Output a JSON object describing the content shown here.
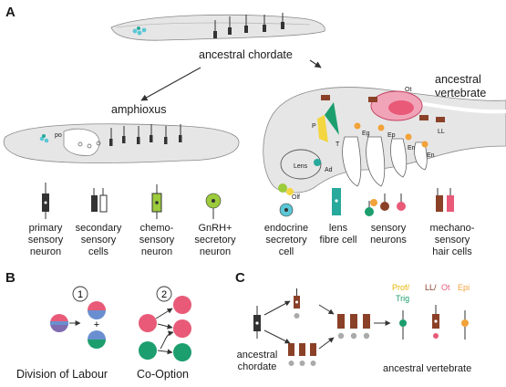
{
  "panels": {
    "a": "A",
    "b": "B",
    "c": "C"
  },
  "panel_a": {
    "ancestral_chordate": "ancestral chordate",
    "amphioxus": "amphioxus",
    "ancestral_vertebrate_line1": "ancestral",
    "ancestral_vertebrate_line2": "vertebrate",
    "amphioxus_po": "po",
    "vertebrate_tags": {
      "ot": "Ot",
      "p": "P",
      "t": "T",
      "eg": "Eg",
      "ep": "Ep",
      "en1": "En",
      "en2": "En",
      "ll": "LL",
      "lens": "Lens",
      "ad": "Ad",
      "olf": "Olf"
    },
    "cell_types": [
      {
        "line1": "primary",
        "line2": "sensory",
        "line3": "neuron"
      },
      {
        "line1": "secondary",
        "line2": "sensory",
        "line3": "cells"
      },
      {
        "line1": "chemo-",
        "line2": "sensory",
        "line3": "neuron"
      },
      {
        "line1": "GnRH+",
        "line2": "secretory",
        "line3": "neuron"
      },
      {
        "line1": "endocrine",
        "line2": "secretory",
        "line3": "cell"
      },
      {
        "line1": "lens",
        "line2": "fibre cell",
        "line3": ""
      },
      {
        "line1": "sensory",
        "line2": "neurons",
        "line3": ""
      },
      {
        "line1": "mechano-",
        "line2": "sensory",
        "line3": "hair cells"
      }
    ]
  },
  "panel_b": {
    "step1": "1",
    "step2": "2",
    "plus": "+",
    "division_of_labour": "Division of Labour",
    "co_option": "Co-Option"
  },
  "panel_c": {
    "ancestral_chordate_line1": "ancestral",
    "ancestral_chordate_line2": "chordate",
    "ancestral_vertebrate": "ancestral vertebrate",
    "prof": "Prof/",
    "trig": "Trig",
    "ll": "LL/",
    "ot": "Ot",
    "epi": "Epi"
  },
  "colors": {
    "pink": "#e85a78",
    "green": "#1c9e6e",
    "lime": "#9ccb3c",
    "teal": "#27a99b",
    "cyan": "#5bc7d6",
    "orange": "#f2a23a",
    "yellow": "#f3d640",
    "brown": "#8a4127",
    "grey_body": "#e6e6e6",
    "purple": "#7e6bb0",
    "blue": "#6a8fd0"
  }
}
